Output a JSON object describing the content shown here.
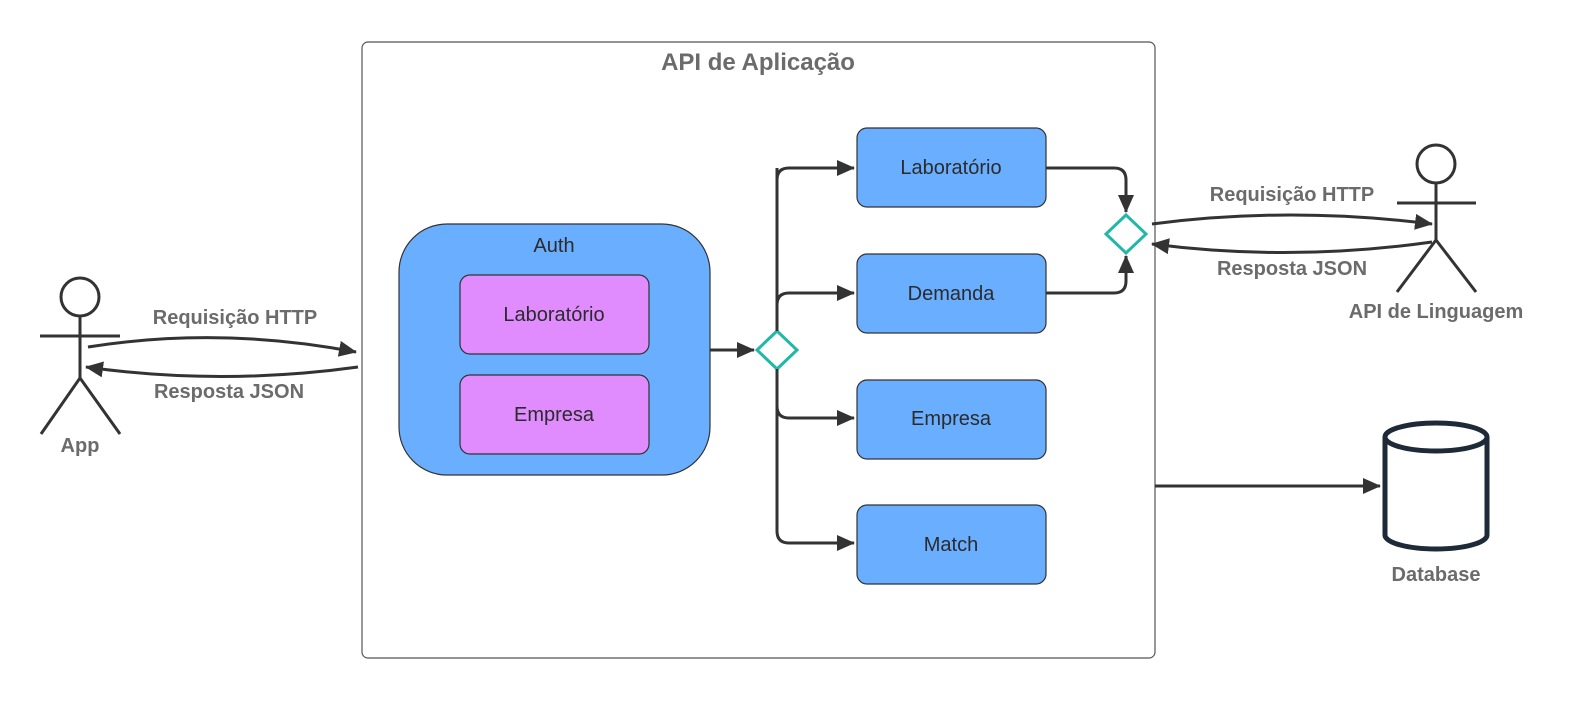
{
  "container": {
    "title": "API de Aplicação"
  },
  "auth": {
    "title": "Auth",
    "items": [
      "Laboratório",
      "Empresa"
    ]
  },
  "modules": [
    "Laboratório",
    "Demanda",
    "Empresa",
    "Match"
  ],
  "actors": {
    "app": "App",
    "language_api": "API de Linguagem"
  },
  "messages": {
    "app_request": "Requisição HTTP",
    "app_response": "Resposta JSON",
    "lang_request": "Requisição HTTP",
    "lang_response": "Resposta JSON"
  },
  "database": {
    "label": "Database"
  },
  "colors": {
    "module_fill": "#6aaeff",
    "auth_item_fill": "#e08cff",
    "gateway_stroke": "#22b8a8",
    "line": "#333333",
    "label_gray": "#6b6b6b",
    "database_stroke": "#1e2a38"
  }
}
